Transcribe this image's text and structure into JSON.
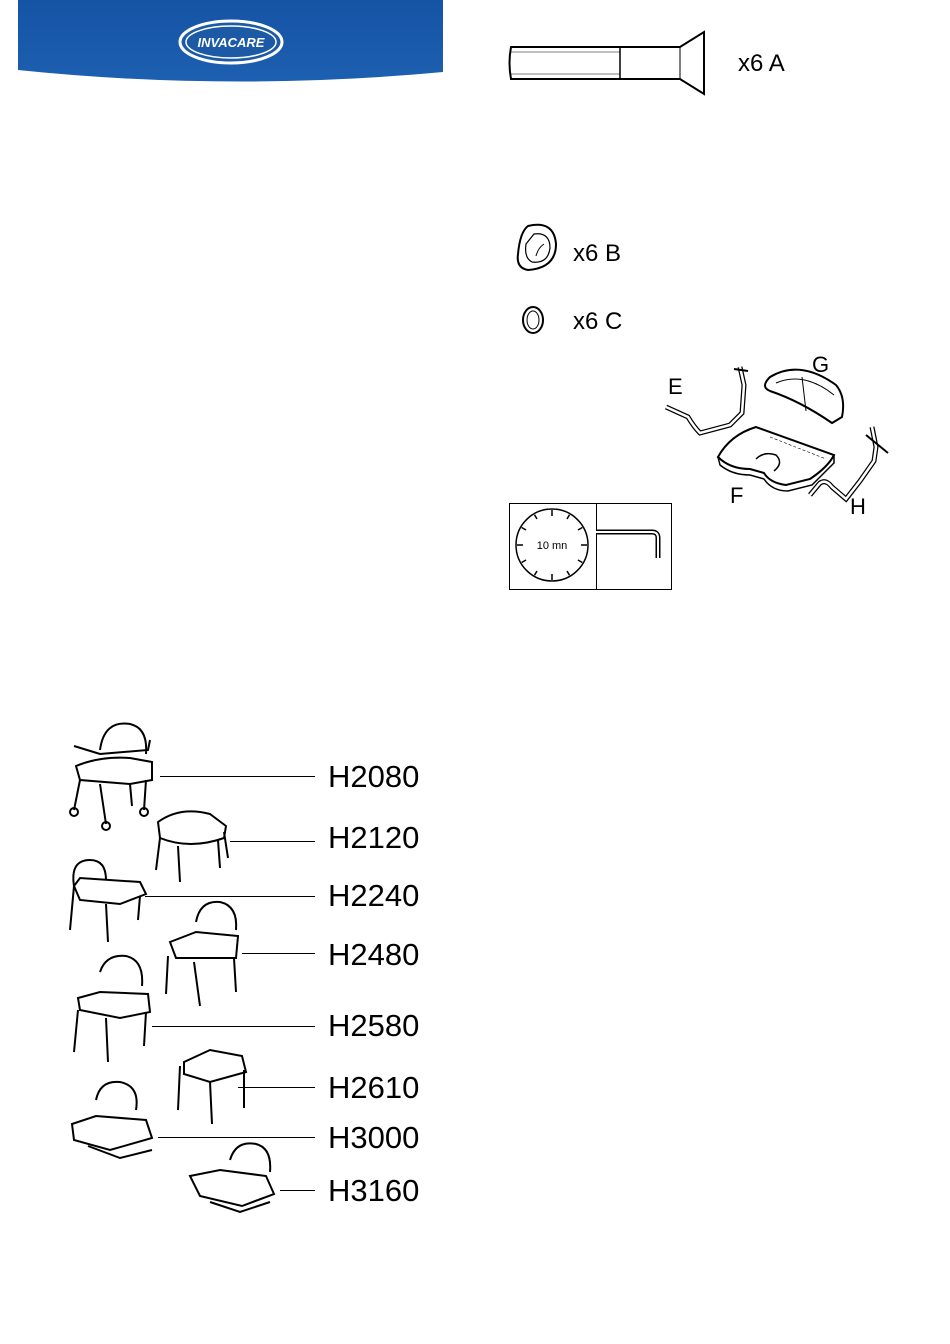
{
  "brand": {
    "logo_text": "INVACARE",
    "color": "#1c5aa6"
  },
  "parts": {
    "a": "x6 A",
    "b": "x6 B",
    "c": "x6 C"
  },
  "assembly": {
    "e": "E",
    "f": "F",
    "g": "G",
    "h": "H"
  },
  "time_box": {
    "clock_text": "10 mn",
    "tool_icon": "hex-key-icon"
  },
  "models": [
    "H2080",
    "H2120",
    "H2240",
    "H2480",
    "H2580",
    "H2610",
    "H3000",
    "H3160"
  ]
}
